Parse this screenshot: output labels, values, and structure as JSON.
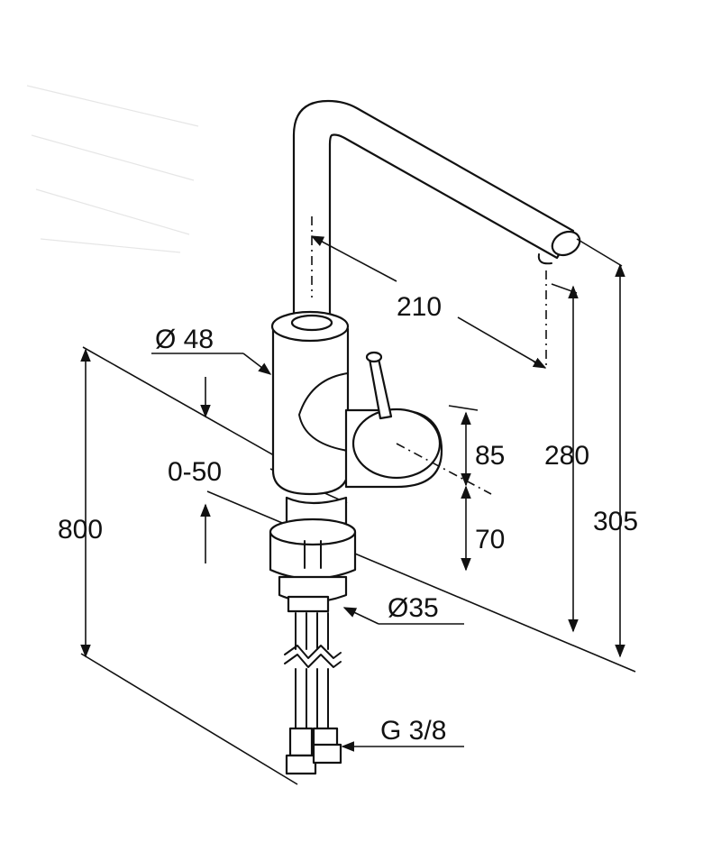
{
  "labels": {
    "dia_48": "Ø 48",
    "spout_reach": "210",
    "offset_range": "0-50",
    "dim_85": "85",
    "dim_70": "70",
    "dim_280": "280",
    "dim_305": "305",
    "dim_800": "800",
    "dia_35": "Ø35",
    "thread": "G 3/8"
  }
}
